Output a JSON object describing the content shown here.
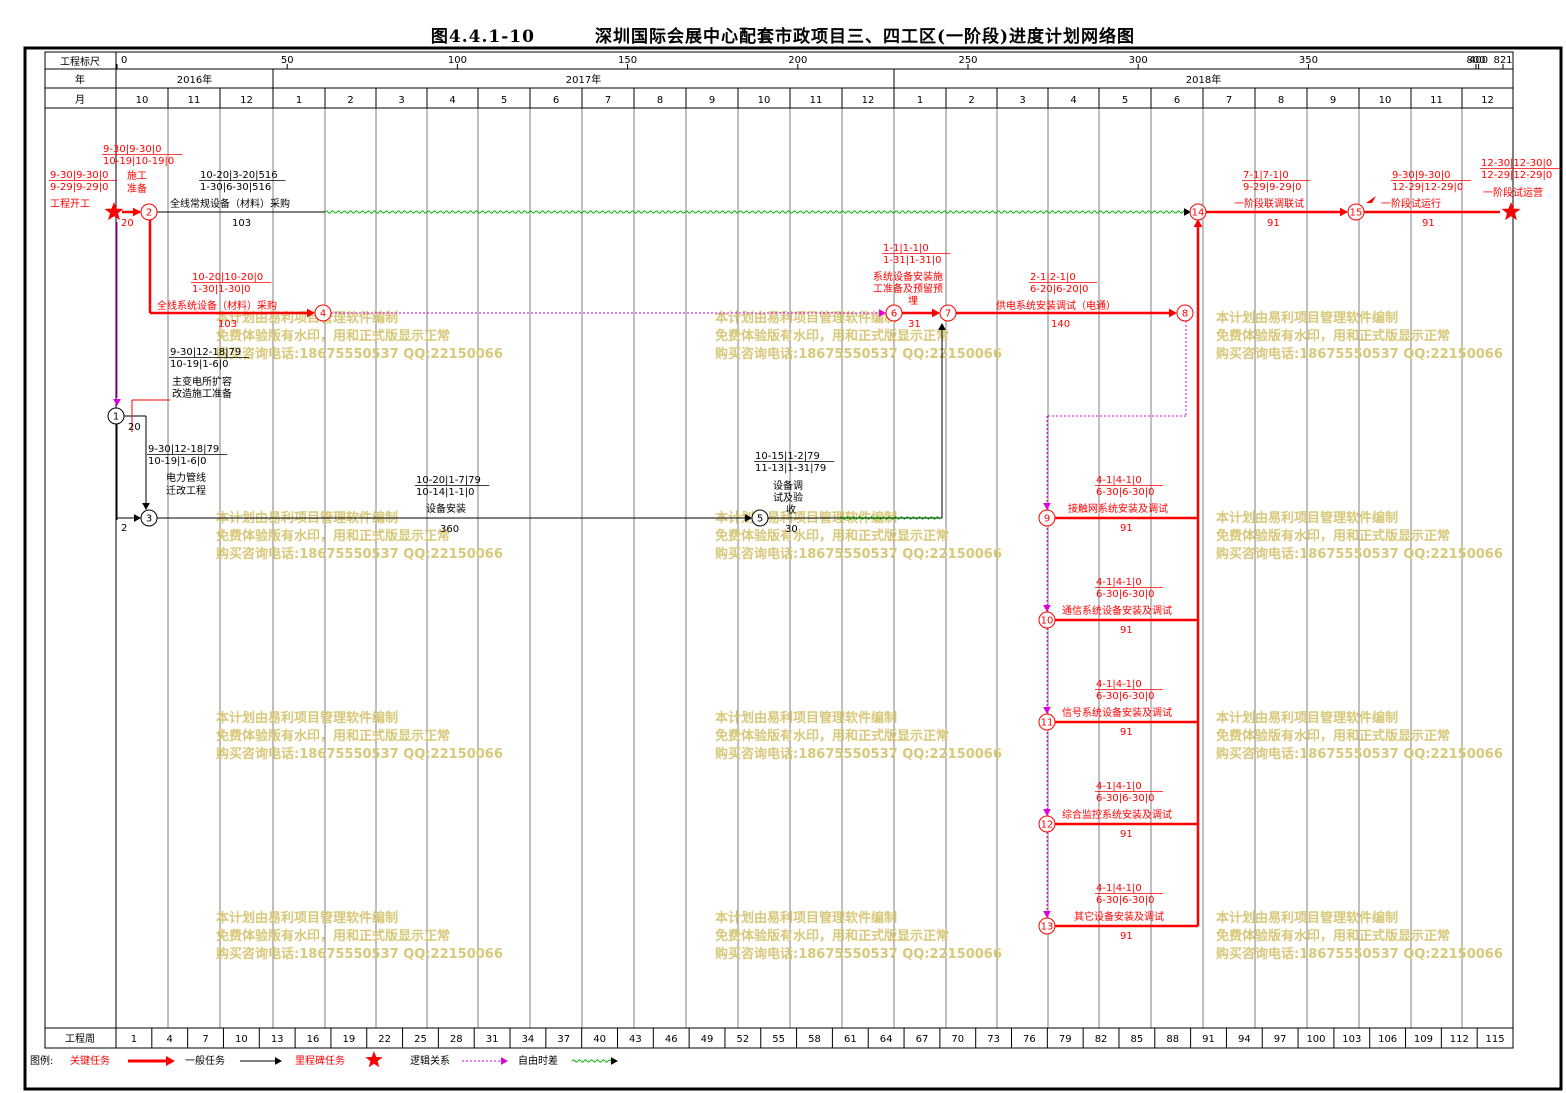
{
  "title": {
    "figure_no": "图4.4.1-10",
    "name": "深圳国际会展中心配套市政项目三、四工区(一阶段)进度计划网络图"
  },
  "header": {
    "scale_label": "工程标尺",
    "year_label": "年",
    "month_label": "月",
    "scale_ticks": [
      "0",
      "50",
      "100",
      "150",
      "200",
      "250",
      "300",
      "350",
      "400",
      "450",
      "500",
      "550",
      "600",
      "650",
      "700",
      "750",
      "800",
      "821"
    ],
    "years": [
      "2016年",
      "2017年",
      "2018年"
    ],
    "months": [
      "10",
      "11",
      "12",
      "1",
      "2",
      "3",
      "4",
      "5",
      "6",
      "7",
      "8",
      "9",
      "10",
      "11",
      "12",
      "1",
      "2",
      "3",
      "4",
      "5",
      "6",
      "7",
      "8",
      "9",
      "10",
      "11",
      "12"
    ]
  },
  "footer": {
    "week_label": "工程周",
    "weeks": [
      "1",
      "4",
      "7",
      "10",
      "13",
      "16",
      "19",
      "22",
      "25",
      "28",
      "31",
      "34",
      "37",
      "40",
      "43",
      "46",
      "49",
      "52",
      "55",
      "58",
      "61",
      "64",
      "67",
      "70",
      "73",
      "76",
      "79",
      "82",
      "85",
      "88",
      "91",
      "94",
      "97",
      "100",
      "103",
      "106",
      "109",
      "112",
      "115"
    ]
  },
  "legend": {
    "label": "图例:",
    "critical": "关键任务",
    "normal": "一般任务",
    "milestone": "里程碑任务",
    "logic": "逻辑关系",
    "float": "自由时差"
  },
  "colors": {
    "critical": "#ff0000",
    "normal": "#000000",
    "logic": "#dd00dd",
    "float": "#00aa00",
    "watermark": "#d8c87a"
  },
  "watermark": [
    "本计划由易利项目管理软件编制",
    "免费体验版有水印，用和正式版显示正常",
    "购买咨询电话:18675550537 QQ:22150066"
  ],
  "nodes": [
    "1",
    "2",
    "3",
    "4",
    "5",
    "6",
    "7",
    "8",
    "9",
    "10",
    "11",
    "12",
    "13",
    "14",
    "15"
  ],
  "tasks": [
    {
      "name": "工程开工",
      "d1": "9-30",
      "d2": "9-30",
      "d3": "0",
      "d4": "9-29",
      "d5": "9-29",
      "d6": "0",
      "dur": "20"
    },
    {
      "name": "施工准备",
      "d1": "9-30",
      "d2": "9-30",
      "d3": "0",
      "d4": "10-19",
      "d5": "10-19",
      "d6": "0",
      "dur": ""
    },
    {
      "name": "全线常规设备（材料）采购",
      "d1": "10-20",
      "d2": "3-20",
      "d3": "516",
      "d4": "1-30",
      "d5": "6-30",
      "d6": "516",
      "dur": "103"
    },
    {
      "name": "全线系统设备（材料）采购",
      "d1": "10-20",
      "d2": "10-20",
      "d3": "0",
      "d4": "1-30",
      "d5": "1-30",
      "d6": "0",
      "dur": "103"
    },
    {
      "name": "主变电所扩容改造施工准备",
      "d1": "9-30",
      "d2": "12-18",
      "d3": "79",
      "d4": "10-19",
      "d5": "1-6",
      "d6": "0",
      "dur": "20"
    },
    {
      "name": "电力管线迁改工程",
      "d1": "9-30",
      "d2": "12-18",
      "d3": "79",
      "d4": "10-19",
      "d5": "1-6",
      "d6": "0",
      "dur": "2"
    },
    {
      "name": "设备安装",
      "d1": "10-20",
      "d2": "1-7",
      "d3": "79",
      "d4": "10-14",
      "d5": "1-1",
      "d6": "0",
      "dur": "360"
    },
    {
      "name": "设备调试及验收",
      "d1": "10-15",
      "d2": "1-2",
      "d3": "79",
      "d4": "11-13",
      "d5": "1-31",
      "d6": "79",
      "dur": "30"
    },
    {
      "name": "系统设备安装施工准备及预留预埋",
      "d1": "1-1",
      "d2": "1-1",
      "d3": "0",
      "d4": "1-31",
      "d5": "1-31",
      "d6": "0",
      "dur": "31"
    },
    {
      "name": "供电系统安装调试（电通）",
      "d1": "2-1",
      "d2": "2-1",
      "d3": "0",
      "d4": "6-20",
      "d5": "6-20",
      "d6": "0",
      "dur": "140"
    },
    {
      "name": "接触网系统安装及调试",
      "d1": "4-1",
      "d2": "4-1",
      "d3": "0",
      "d4": "6-30",
      "d5": "6-30",
      "d6": "0",
      "dur": "91"
    },
    {
      "name": "通信系统设备安装及调试",
      "d1": "4-1",
      "d2": "4-1",
      "d3": "0",
      "d4": "6-30",
      "d5": "6-30",
      "d6": "0",
      "dur": "91"
    },
    {
      "name": "信号系统设备安装及调试",
      "d1": "4-1",
      "d2": "4-1",
      "d3": "0",
      "d4": "6-30",
      "d5": "6-30",
      "d6": "0",
      "dur": "91"
    },
    {
      "name": "综合监控系统安装及调试",
      "d1": "4-1",
      "d2": "4-1",
      "d3": "0",
      "d4": "6-30",
      "d5": "6-30",
      "d6": "0",
      "dur": "91"
    },
    {
      "name": "其它设备安装及调试",
      "d1": "4-1",
      "d2": "4-1",
      "d3": "0",
      "d4": "6-30",
      "d5": "6-30",
      "d6": "0",
      "dur": "91"
    },
    {
      "name": "一阶段联调联试",
      "d1": "7-1",
      "d2": "7-1",
      "d3": "0",
      "d4": "9-29",
      "d5": "9-29",
      "d6": "0",
      "dur": "91"
    },
    {
      "name": "一阶段试运行",
      "d1": "9-30",
      "d2": "9-30",
      "d3": "0",
      "d4": "12-29",
      "d5": "12-29",
      "d6": "0",
      "dur": "91"
    },
    {
      "name": "一阶段试运营",
      "d1": "12-30",
      "d2": "12-30",
      "d3": "0",
      "d4": "12-29",
      "d5": "12-29",
      "d6": "0",
      "dur": ""
    }
  ]
}
